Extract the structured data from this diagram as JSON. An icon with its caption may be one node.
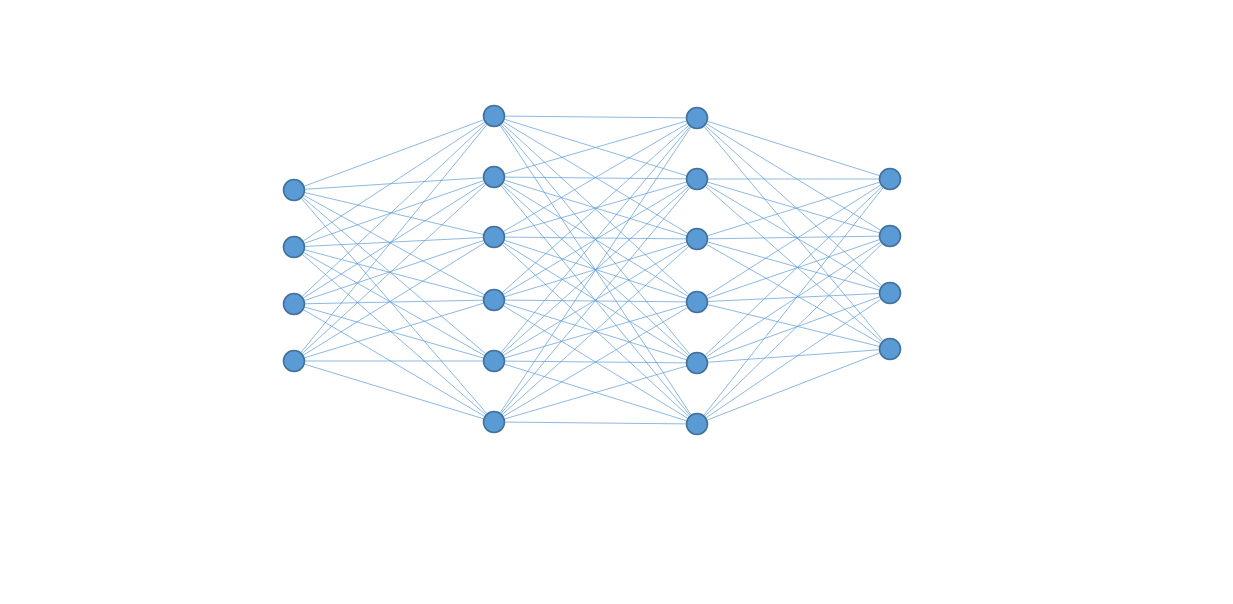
{
  "diagram": {
    "nodes": [
      {
        "text": [],
        "shape": "circle"
      },
      {
        "text": [],
        "shape": "circle"
      },
      {
        "text": [],
        "shape": "circle"
      },
      {
        "text": [],
        "shape": "circle"
      },
      {
        "text": [],
        "shape": "circle"
      },
      {
        "text": [],
        "shape": "circle"
      },
      {
        "text": [],
        "shape": "circle"
      },
      {
        "text": [],
        "shape": "circle"
      },
      {
        "text": [],
        "shape": "circle"
      },
      {
        "text": [],
        "shape": "circle"
      },
      {
        "text": [],
        "shape": "circle"
      },
      {
        "text": [],
        "shape": "circle"
      },
      {
        "text": [],
        "shape": "circle"
      },
      {
        "text": [],
        "shape": "circle"
      },
      {
        "text": [],
        "shape": "circle"
      },
      {
        "text": [],
        "shape": "circle"
      },
      {
        "text": [],
        "shape": "circle"
      },
      {
        "text": [],
        "shape": "circle"
      },
      {
        "text": [],
        "shape": "circle"
      },
      {
        "text": [],
        "shape": "circle"
      }
    ],
    "edges": [
      {
        "from": 0,
        "to": 4,
        "arrow": "none"
      },
      {
        "from": 0,
        "to": 5,
        "arrow": "none"
      },
      {
        "from": 0,
        "to": 6,
        "arrow": "none"
      },
      {
        "from": 0,
        "to": 7,
        "arrow": "none"
      },
      {
        "from": 0,
        "to": 8,
        "arrow": "none"
      },
      {
        "from": 0,
        "to": 9,
        "arrow": "none"
      },
      {
        "from": 1,
        "to": 4,
        "arrow": "none"
      },
      {
        "from": 1,
        "to": 5,
        "arrow": "none"
      },
      {
        "from": 1,
        "to": 6,
        "arrow": "none"
      },
      {
        "from": 1,
        "to": 7,
        "arrow": "none"
      },
      {
        "from": 1,
        "to": 8,
        "arrow": "none"
      },
      {
        "from": 1,
        "to": 9,
        "arrow": "none"
      },
      {
        "from": 2,
        "to": 4,
        "arrow": "none"
      },
      {
        "from": 2,
        "to": 5,
        "arrow": "none"
      },
      {
        "from": 2,
        "to": 6,
        "arrow": "none"
      },
      {
        "from": 2,
        "to": 7,
        "arrow": "none"
      },
      {
        "from": 2,
        "to": 8,
        "arrow": "none"
      },
      {
        "from": 2,
        "to": 9,
        "arrow": "none"
      },
      {
        "from": 3,
        "to": 4,
        "arrow": "none"
      },
      {
        "from": 3,
        "to": 5,
        "arrow": "none"
      },
      {
        "from": 3,
        "to": 6,
        "arrow": "none"
      },
      {
        "from": 3,
        "to": 7,
        "arrow": "none"
      },
      {
        "from": 3,
        "to": 8,
        "arrow": "none"
      },
      {
        "from": 3,
        "to": 9,
        "arrow": "none"
      },
      {
        "from": 4,
        "to": 10,
        "arrow": "none"
      },
      {
        "from": 4,
        "to": 11,
        "arrow": "none"
      },
      {
        "from": 4,
        "to": 12,
        "arrow": "none"
      },
      {
        "from": 4,
        "to": 13,
        "arrow": "none"
      },
      {
        "from": 4,
        "to": 14,
        "arrow": "none"
      },
      {
        "from": 4,
        "to": 15,
        "arrow": "none"
      },
      {
        "from": 5,
        "to": 10,
        "arrow": "none"
      },
      {
        "from": 5,
        "to": 11,
        "arrow": "none"
      },
      {
        "from": 5,
        "to": 12,
        "arrow": "none"
      },
      {
        "from": 5,
        "to": 13,
        "arrow": "none"
      },
      {
        "from": 5,
        "to": 14,
        "arrow": "none"
      },
      {
        "from": 5,
        "to": 15,
        "arrow": "none"
      },
      {
        "from": 6,
        "to": 10,
        "arrow": "none"
      },
      {
        "from": 6,
        "to": 11,
        "arrow": "none"
      },
      {
        "from": 6,
        "to": 12,
        "arrow": "none"
      },
      {
        "from": 6,
        "to": 13,
        "arrow": "none"
      },
      {
        "from": 6,
        "to": 14,
        "arrow": "none"
      },
      {
        "from": 6,
        "to": 15,
        "arrow": "none"
      },
      {
        "from": 7,
        "to": 10,
        "arrow": "none"
      },
      {
        "from": 7,
        "to": 11,
        "arrow": "none"
      },
      {
        "from": 7,
        "to": 12,
        "arrow": "none"
      },
      {
        "from": 7,
        "to": 13,
        "arrow": "none"
      },
      {
        "from": 7,
        "to": 14,
        "arrow": "none"
      },
      {
        "from": 7,
        "to": 15,
        "arrow": "none"
      },
      {
        "from": 8,
        "to": 10,
        "arrow": "none"
      },
      {
        "from": 8,
        "to": 11,
        "arrow": "none"
      },
      {
        "from": 8,
        "to": 12,
        "arrow": "none"
      },
      {
        "from": 8,
        "to": 13,
        "arrow": "none"
      },
      {
        "from": 8,
        "to": 14,
        "arrow": "none"
      },
      {
        "from": 8,
        "to": 15,
        "arrow": "none"
      },
      {
        "from": 9,
        "to": 10,
        "arrow": "none"
      },
      {
        "from": 9,
        "to": 11,
        "arrow": "none"
      },
      {
        "from": 9,
        "to": 12,
        "arrow": "none"
      },
      {
        "from": 9,
        "to": 13,
        "arrow": "none"
      },
      {
        "from": 9,
        "to": 14,
        "arrow": "none"
      },
      {
        "from": 9,
        "to": 15,
        "arrow": "none"
      },
      {
        "from": 10,
        "to": 16,
        "arrow": "none"
      },
      {
        "from": 10,
        "to": 17,
        "arrow": "none"
      },
      {
        "from": 10,
        "to": 18,
        "arrow": "none"
      },
      {
        "from": 10,
        "to": 19,
        "arrow": "none"
      },
      {
        "from": 11,
        "to": 16,
        "arrow": "none"
      },
      {
        "from": 11,
        "to": 17,
        "arrow": "none"
      },
      {
        "from": 11,
        "to": 18,
        "arrow": "none"
      },
      {
        "from": 11,
        "to": 19,
        "arrow": "none"
      },
      {
        "from": 12,
        "to": 16,
        "arrow": "none"
      },
      {
        "from": 12,
        "to": 17,
        "arrow": "none"
      },
      {
        "from": 12,
        "to": 18,
        "arrow": "none"
      },
      {
        "from": 12,
        "to": 19,
        "arrow": "none"
      },
      {
        "from": 13,
        "to": 16,
        "arrow": "none"
      },
      {
        "from": 13,
        "to": 17,
        "arrow": "none"
      },
      {
        "from": 13,
        "to": 18,
        "arrow": "none"
      },
      {
        "from": 13,
        "to": 19,
        "arrow": "none"
      },
      {
        "from": 14,
        "to": 16,
        "arrow": "none"
      },
      {
        "from": 14,
        "to": 17,
        "arrow": "none"
      },
      {
        "from": 14,
        "to": 18,
        "arrow": "none"
      },
      {
        "from": 14,
        "to": 19,
        "arrow": "none"
      },
      {
        "from": 15,
        "to": 16,
        "arrow": "none"
      },
      {
        "from": 15,
        "to": 17,
        "arrow": "none"
      },
      {
        "from": 15,
        "to": 18,
        "arrow": "none"
      },
      {
        "from": 15,
        "to": 19,
        "arrow": "none"
      }
    ]
  }
}
